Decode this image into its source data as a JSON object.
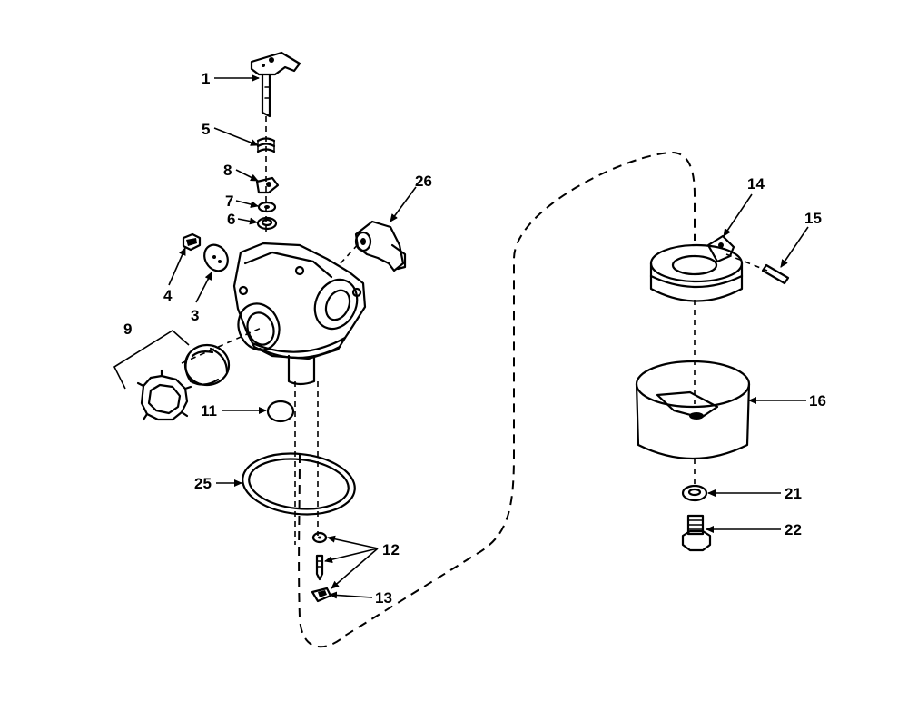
{
  "diagram": {
    "labels": {
      "l1": "1",
      "l3": "3",
      "l4": "4",
      "l5": "5",
      "l6": "6",
      "l7": "7",
      "l8": "8",
      "l9": "9",
      "l11": "11",
      "l12": "12",
      "l13": "13",
      "l14": "14",
      "l15": "15",
      "l16": "16",
      "l21": "21",
      "l22": "22",
      "l25": "25",
      "l26": "26"
    },
    "line_color": "#000000",
    "background": "#ffffff"
  }
}
